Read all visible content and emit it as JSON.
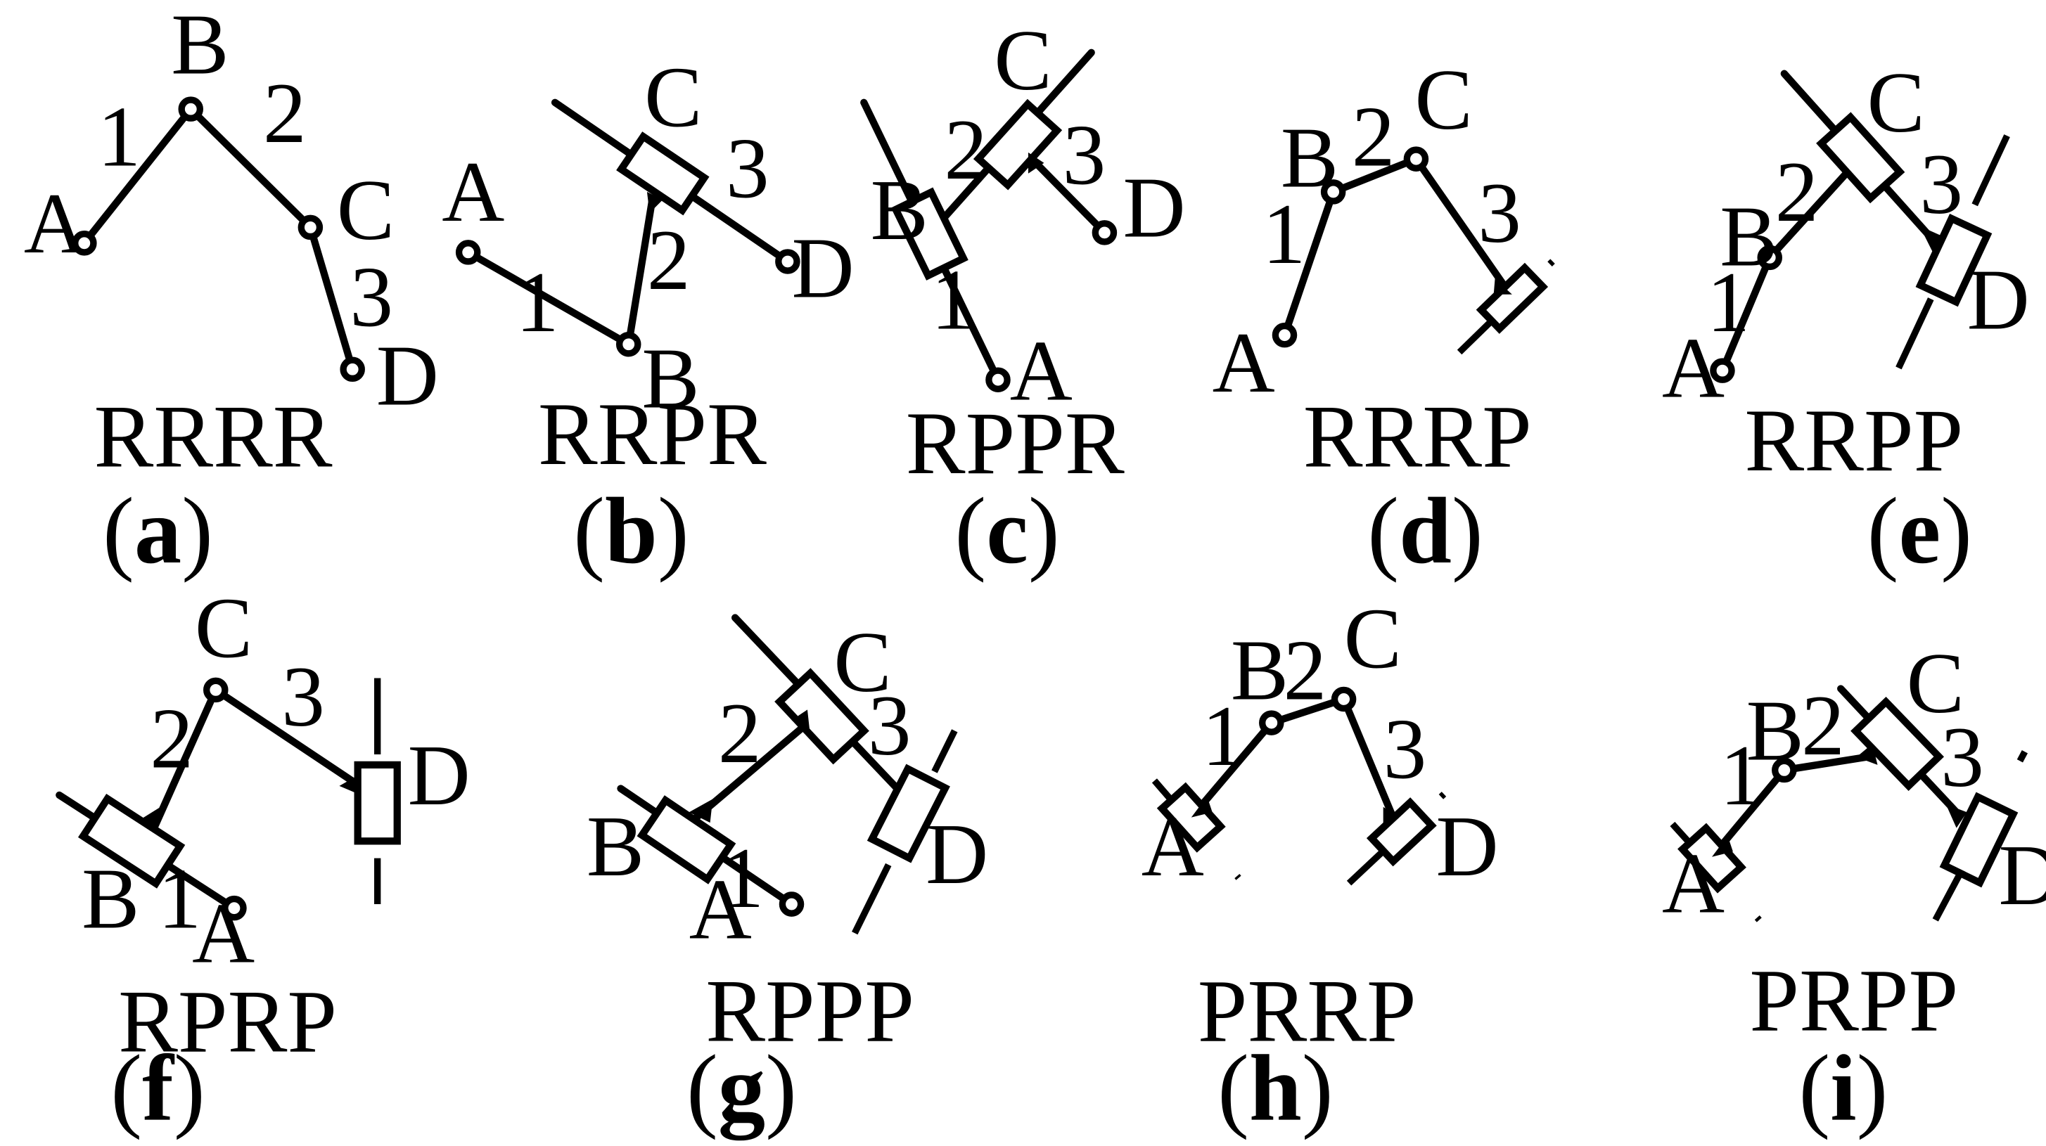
{
  "panels": [
    {
      "id": "a",
      "type_label": "RRRR",
      "subcaption_letter": "a",
      "point_labels": {
        "A": "A",
        "B": "B",
        "C": "C",
        "D": "D"
      },
      "link_labels": {
        "1": "1",
        "2": "2",
        "3": "3"
      }
    },
    {
      "id": "b",
      "type_label": "RRPR",
      "subcaption_letter": "b",
      "point_labels": {
        "A": "A",
        "B": "B",
        "C": "C",
        "D": "D"
      },
      "link_labels": {
        "1": "1",
        "2": "2",
        "3": "3"
      }
    },
    {
      "id": "c",
      "type_label": "RPPR",
      "subcaption_letter": "c",
      "point_labels": {
        "A": "A",
        "B": "B",
        "C": "C",
        "D": "D"
      },
      "link_labels": {
        "1": "1",
        "2": "2",
        "3": "3"
      }
    },
    {
      "id": "d",
      "type_label": "RRRP",
      "subcaption_letter": "d",
      "point_labels": {
        "A": "A",
        "B": "B",
        "C": "C"
      },
      "link_labels": {
        "1": "1",
        "2": "2",
        "3": "3"
      }
    },
    {
      "id": "e",
      "type_label": "RRPP",
      "subcaption_letter": "e",
      "point_labels": {
        "A": "A",
        "B": "B",
        "C": "C",
        "D": "D"
      },
      "link_labels": {
        "1": "1",
        "2": "2",
        "3": "3"
      }
    },
    {
      "id": "f",
      "type_label": "RPRP",
      "subcaption_letter": "f",
      "point_labels": {
        "A": "A",
        "B": "B",
        "C": "C",
        "D": "D"
      },
      "link_labels": {
        "1": "1",
        "2": "2",
        "3": "3"
      }
    },
    {
      "id": "g",
      "type_label": "RPPP",
      "subcaption_letter": "g",
      "point_labels": {
        "A": "A",
        "B": "B",
        "C": "C",
        "D": "D"
      },
      "link_labels": {
        "1": "1",
        "2": "2",
        "3": "3"
      }
    },
    {
      "id": "h",
      "type_label": "PRRP",
      "subcaption_letter": "h",
      "point_labels": {
        "A": "A",
        "B": "B",
        "C": "C",
        "D": "D"
      },
      "link_labels": {
        "1": "1",
        "2": "2",
        "3": "3"
      }
    },
    {
      "id": "i",
      "type_label": "PRPP",
      "subcaption_letter": "i",
      "point_labels": {
        "A": "A",
        "B": "B",
        "C": "C",
        "D": "D"
      },
      "link_labels": {
        "1": "1",
        "2": "2",
        "3": "3"
      }
    }
  ]
}
